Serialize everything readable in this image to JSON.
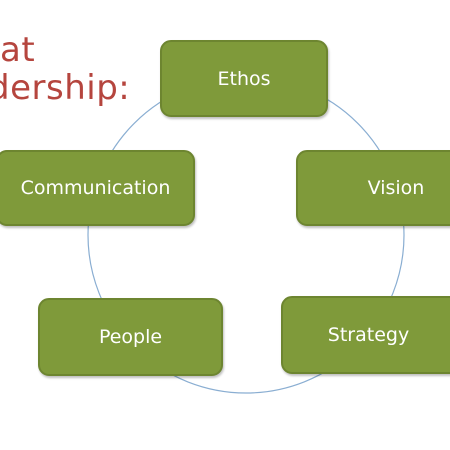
{
  "slide": {
    "title_line1": "at",
    "title_line2": "dership:"
  },
  "diagram": {
    "nodes": [
      {
        "label": "Ethos"
      },
      {
        "label": "Communication"
      },
      {
        "label": "Vision"
      },
      {
        "label": "People"
      },
      {
        "label": "Strategy"
      }
    ]
  },
  "colors": {
    "title": "#b5453e",
    "node_fill": "#7f9a3a",
    "node_border": "#6d8530",
    "ring": "#8aaed2",
    "node_text": "#ffffff"
  }
}
